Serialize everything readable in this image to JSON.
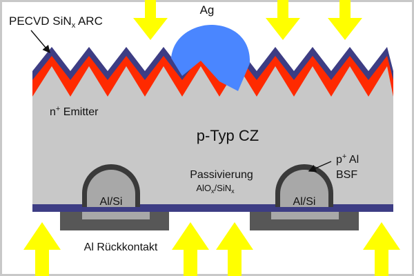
{
  "labels": {
    "arc": {
      "main": "PECVD SiN",
      "sub": "x",
      "suffix": " ARC"
    },
    "ag": "Ag",
    "emitter": {
      "pre": "n",
      "sup": "+",
      "post": " Emitter"
    },
    "substrate": "p-Typ CZ",
    "passivation": {
      "title": "Passivierung",
      "formula": {
        "a": "AlO",
        "a_sub": "x",
        "sep": "/SiN",
        "b_sub": "x"
      }
    },
    "bsf": {
      "pre": "p",
      "sup": "+",
      "post": " Al",
      "line2": "BSF"
    },
    "contact_left": "Al/Si",
    "contact_right": "Al/Si",
    "back_contact": "Al Rückkontakt"
  },
  "colors": {
    "background": "#ffffff",
    "frame": "#c8c8c8",
    "substrate": "#c8c8c8",
    "arc": "#3d3d84",
    "emitter": "#ff2a00",
    "silver": "#4a86ff",
    "arrow": "#ffff00",
    "passivation": "#3d3d84",
    "bsf_dark": "#3a3a3a",
    "al_si": "#a8a8a8",
    "back_contact": "#575757",
    "text": "#111111"
  }
}
